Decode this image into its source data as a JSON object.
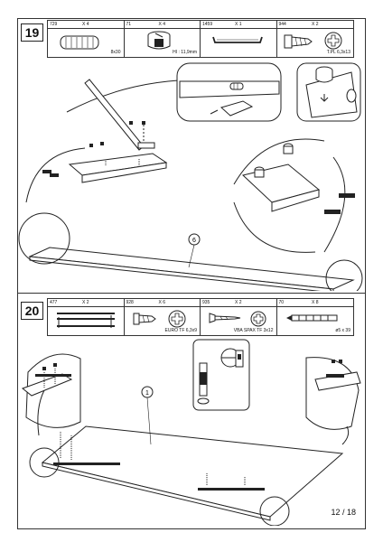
{
  "steps": [
    {
      "number": "19",
      "parts": [
        {
          "code": "729",
          "qty": "X 4",
          "note": "8x30",
          "icon": "wooden-dowel-icon"
        },
        {
          "code": "71",
          "qty": "X 4",
          "note": "HI : 11,9mm",
          "icon": "cam-lock-icon"
        },
        {
          "code": "1459",
          "qty": "X 1",
          "note": "",
          "icon": "metal-bracket-icon"
        },
        {
          "code": "944",
          "qty": "X 2",
          "note": "T.PL 6,3x13",
          "icon": "phillips-screw-icon"
        }
      ],
      "callout_label": "6"
    },
    {
      "number": "20",
      "parts": [
        {
          "code": "477",
          "qty": "X 2",
          "note": "",
          "icon": "hinge-rail-icon"
        },
        {
          "code": "928",
          "qty": "X 6",
          "note": "EURO TF 6,3x9",
          "icon": "euro-screw-icon"
        },
        {
          "code": "935",
          "qty": "X 2",
          "note": "VBA SPAX TF 3x12",
          "icon": "spax-screw-icon"
        },
        {
          "code": "70",
          "qty": "X 8",
          "note": "ø5 x 39",
          "icon": "wall-plug-icon"
        }
      ],
      "callout_label": "1"
    }
  ],
  "page_number": "12 / 18"
}
